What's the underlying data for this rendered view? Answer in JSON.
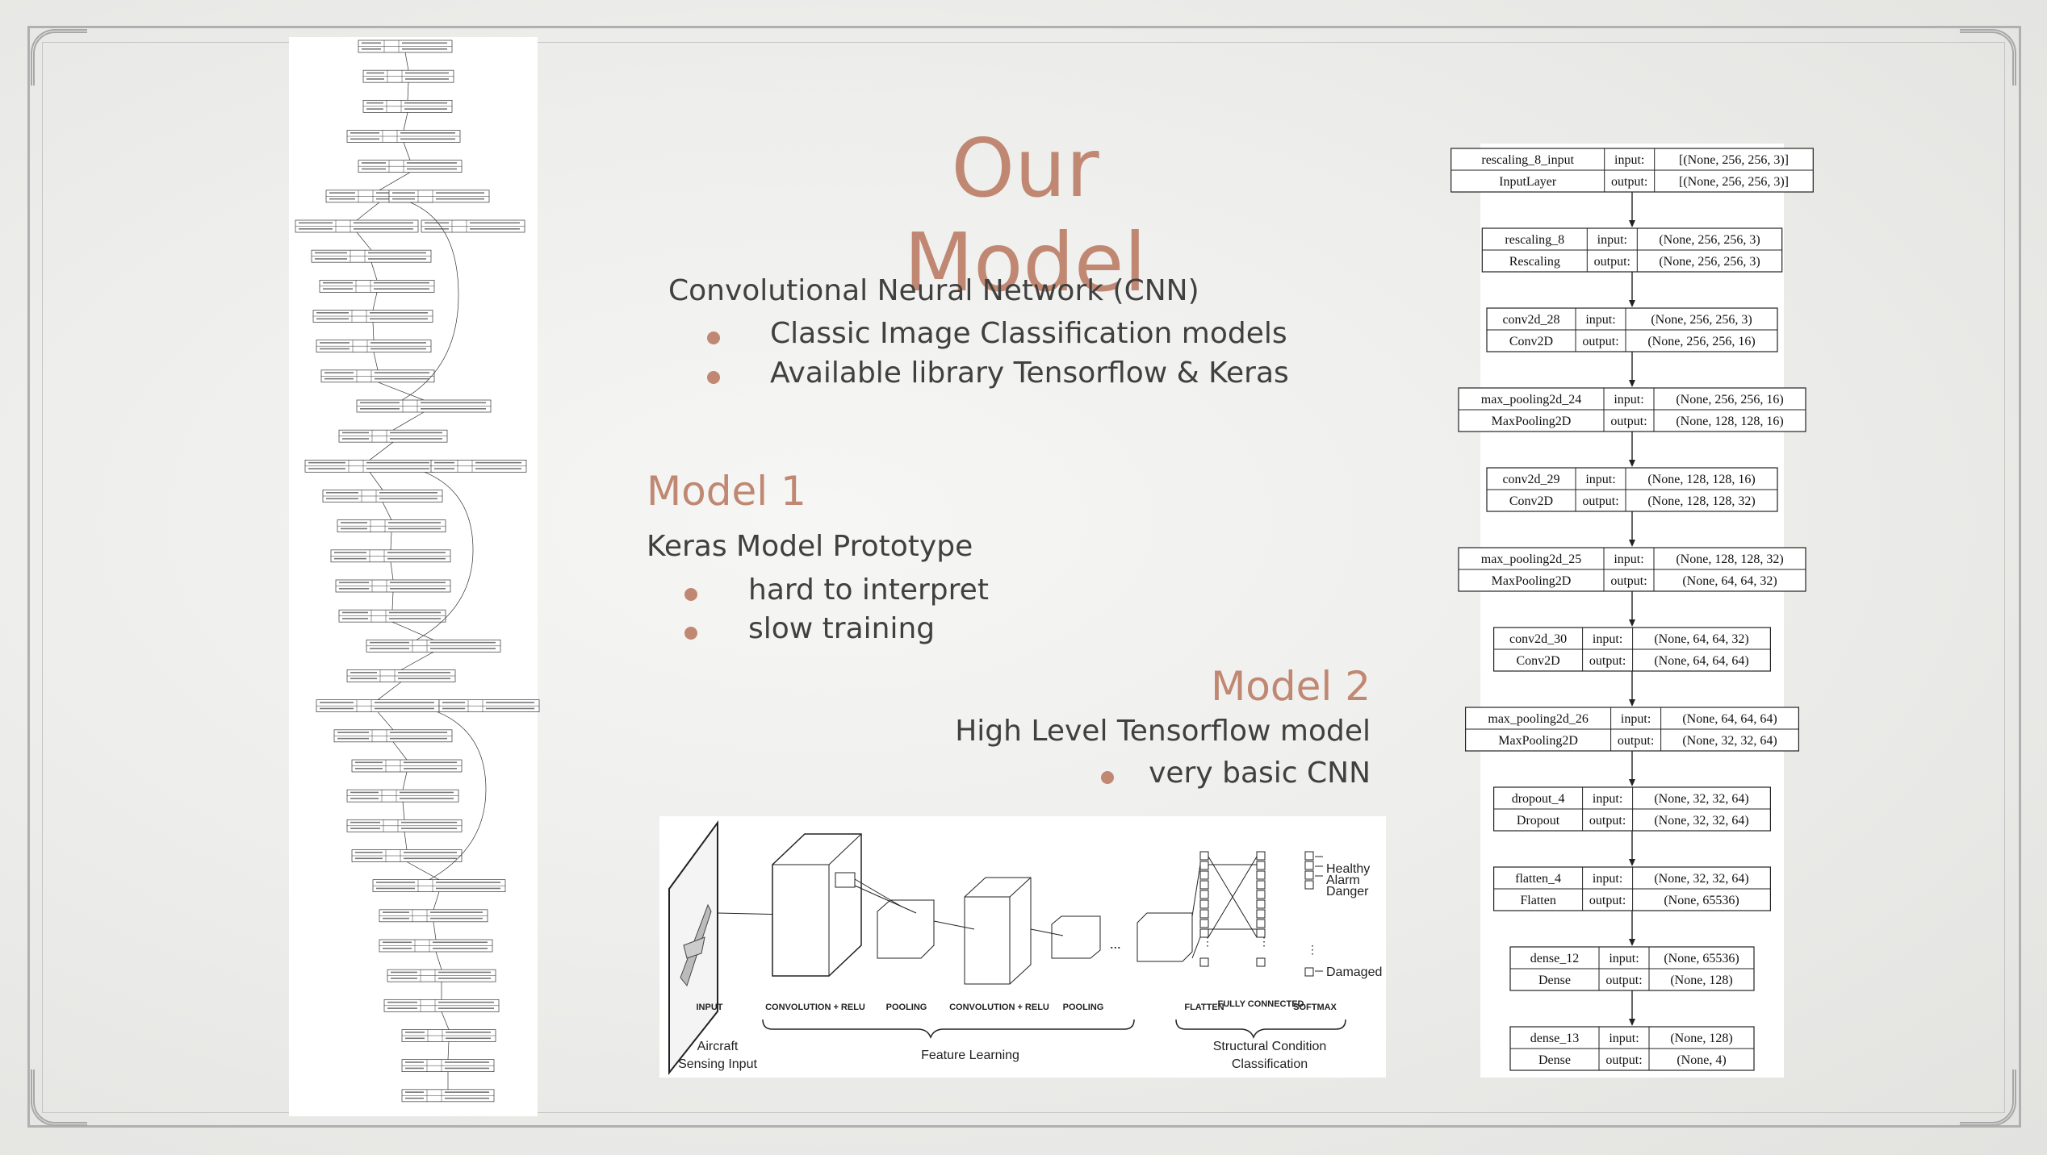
{
  "slide": {
    "title": "Our Model",
    "cnn_heading": "Convolutional Neural Network (CNN)",
    "cnn_bullets": [
      "Classic Image Classification models",
      "Available library Tensorflow & Keras"
    ],
    "model1": {
      "title": "Model 1",
      "subtitle": "Keras Model Prototype",
      "bullets": [
        "hard to interpret",
        "slow training"
      ]
    },
    "model2": {
      "title": "Model 2",
      "subtitle": "High Level Tensorflow model",
      "bullets": [
        "very basic CNN"
      ]
    }
  },
  "right_diagram": {
    "in_label": "input:",
    "out_label": "output:",
    "layers": [
      {
        "name": "rescaling_8_input",
        "type": "InputLayer",
        "input": "[(None, 256, 256, 3)]",
        "output": "[(None, 256, 256, 3)]"
      },
      {
        "name": "rescaling_8",
        "type": "Rescaling",
        "input": "(None, 256, 256, 3)",
        "output": "(None, 256, 256, 3)"
      },
      {
        "name": "conv2d_28",
        "type": "Conv2D",
        "input": "(None, 256, 256, 3)",
        "output": "(None, 256, 256, 16)"
      },
      {
        "name": "max_pooling2d_24",
        "type": "MaxPooling2D",
        "input": "(None, 256, 256, 16)",
        "output": "(None, 128, 128, 16)"
      },
      {
        "name": "conv2d_29",
        "type": "Conv2D",
        "input": "(None, 128, 128, 16)",
        "output": "(None, 128, 128, 32)"
      },
      {
        "name": "max_pooling2d_25",
        "type": "MaxPooling2D",
        "input": "(None, 128, 128, 32)",
        "output": "(None, 64, 64, 32)"
      },
      {
        "name": "conv2d_30",
        "type": "Conv2D",
        "input": "(None, 64, 64, 32)",
        "output": "(None, 64, 64, 64)"
      },
      {
        "name": "max_pooling2d_26",
        "type": "MaxPooling2D",
        "input": "(None, 64, 64, 64)",
        "output": "(None, 32, 32, 64)"
      },
      {
        "name": "dropout_4",
        "type": "Dropout",
        "input": "(None, 32, 32, 64)",
        "output": "(None, 32, 32, 64)"
      },
      {
        "name": "flatten_4",
        "type": "Flatten",
        "input": "(None, 32, 32, 64)",
        "output": "(None, 65536)"
      },
      {
        "name": "dense_12",
        "type": "Dense",
        "input": "(None, 65536)",
        "output": "(None, 128)"
      },
      {
        "name": "dense_13",
        "type": "Dense",
        "input": "(None, 128)",
        "output": "(None, 4)"
      }
    ]
  },
  "cnn_figure": {
    "stage_labels": [
      "INPUT",
      "CONVOLUTION + RELU",
      "POOLING",
      "CONVOLUTION + RELU",
      "POOLING",
      "FLATTEN",
      "FULLY CONNECTED",
      "SOFTMAX"
    ],
    "outputs": [
      "Healthy",
      "Alarm",
      "Danger",
      "Damaged"
    ],
    "captions": {
      "input": [
        "Aircraft",
        "Sensing Input"
      ],
      "feature": "Feature Learning",
      "classification": [
        "Structural Condition",
        "Classification"
      ]
    }
  }
}
